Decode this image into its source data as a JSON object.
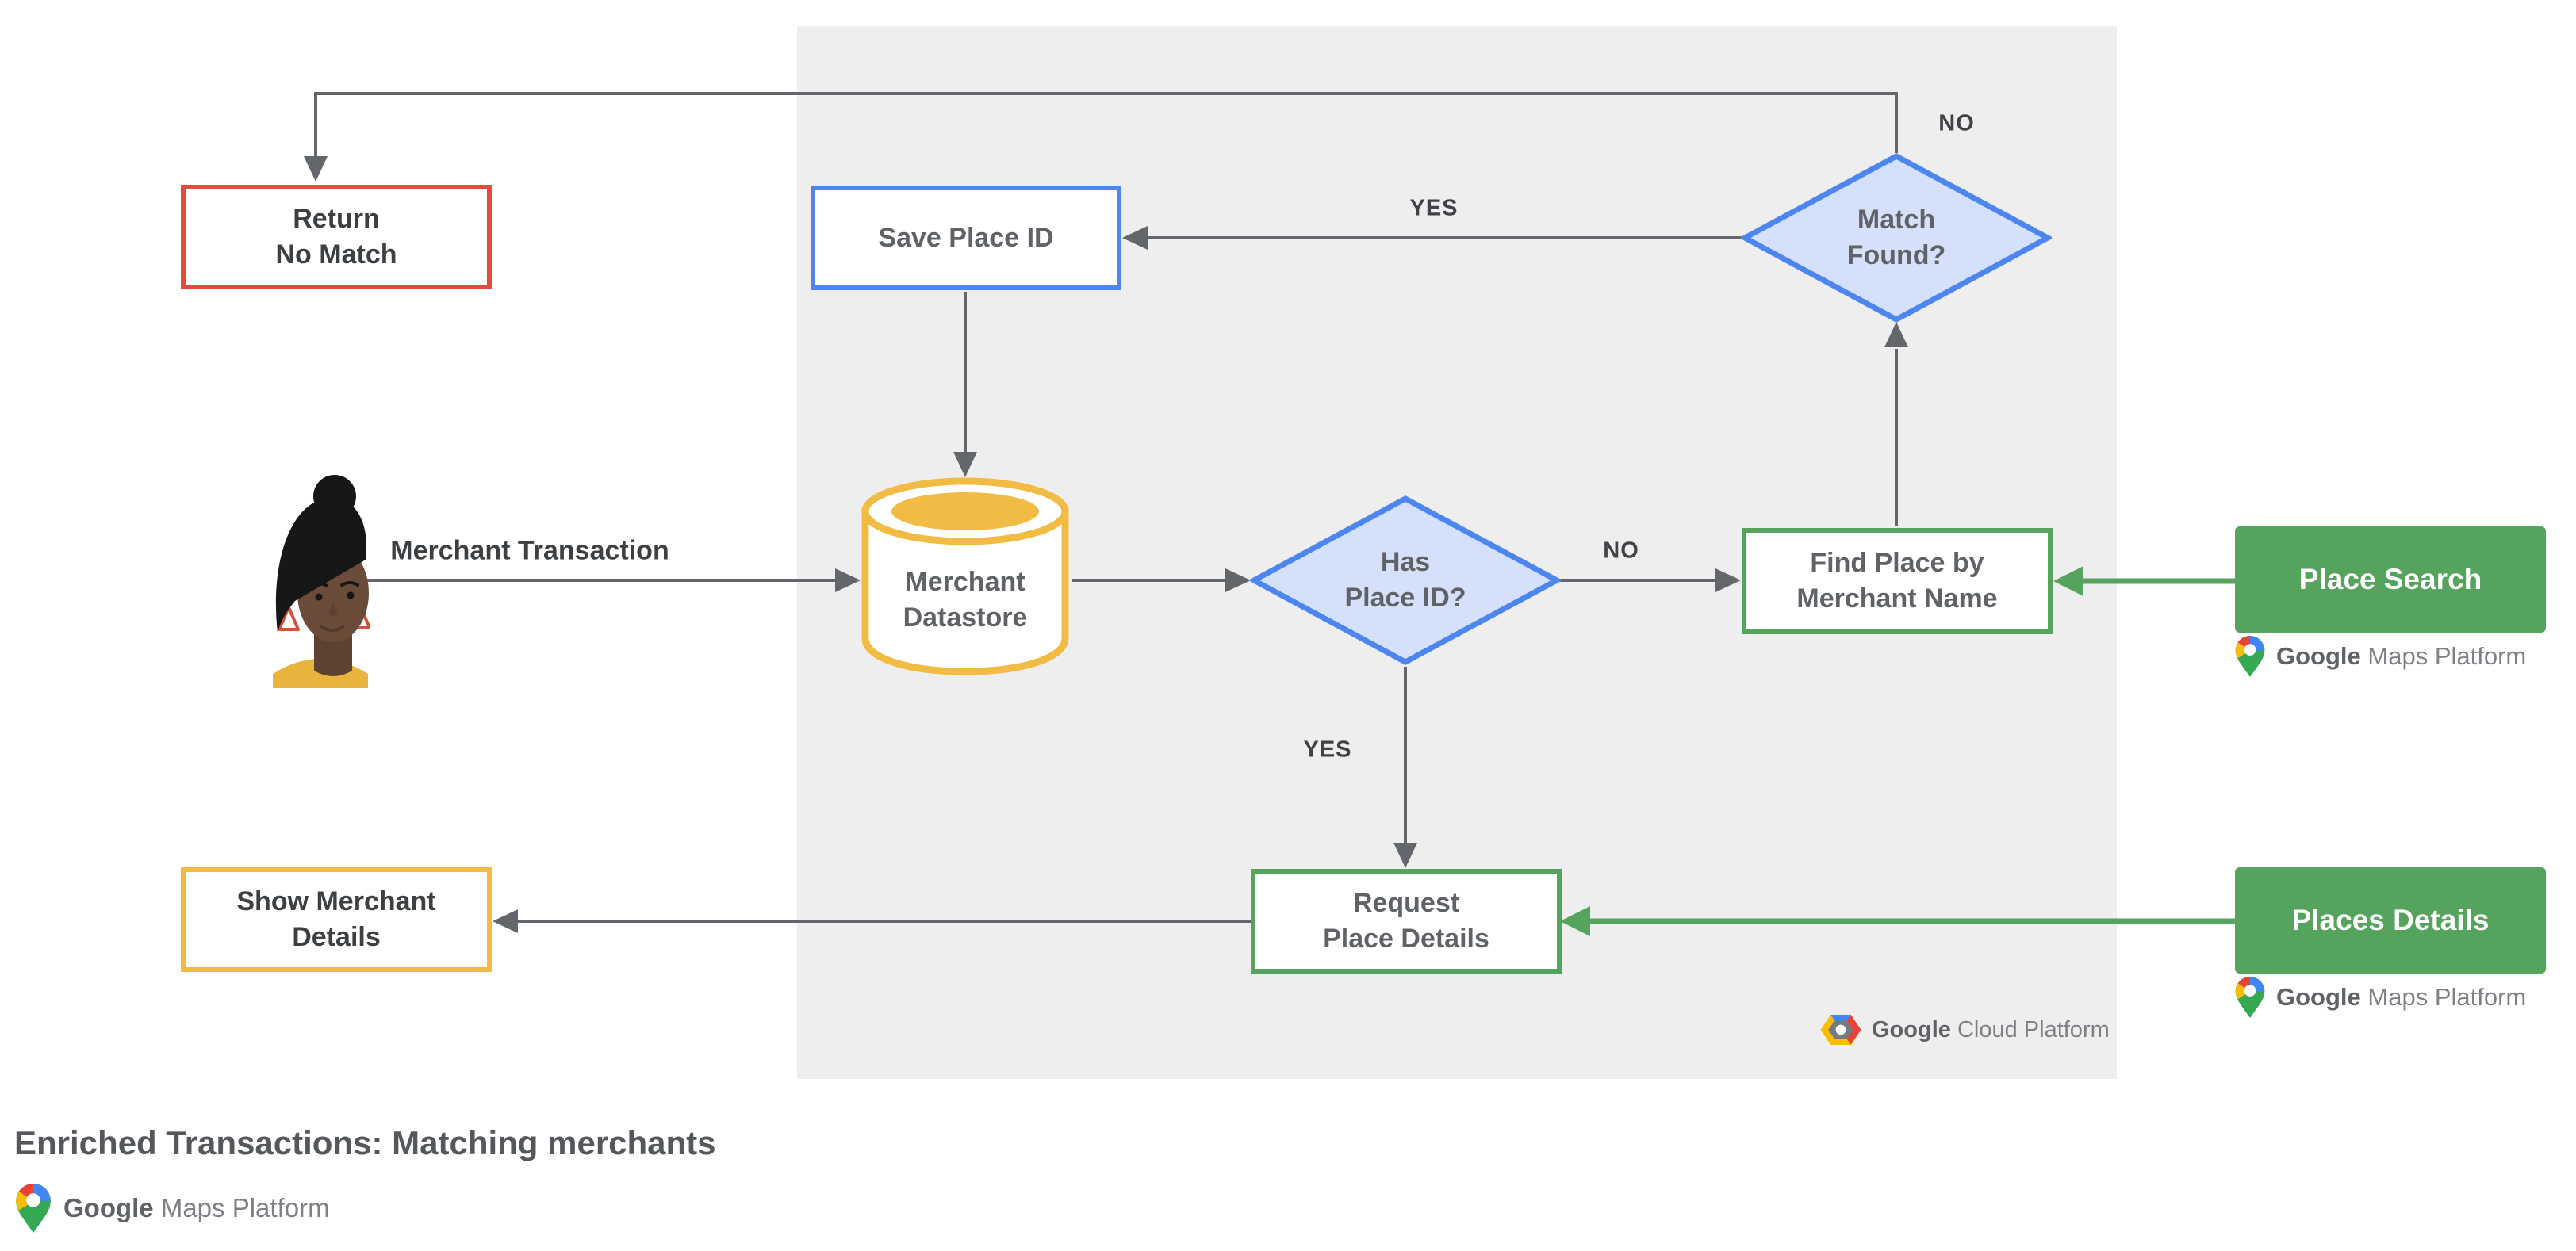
{
  "title": "Enriched Transactions: Matching merchants",
  "nodes": {
    "return_no_match": {
      "line1": "Return",
      "line2": "No Match",
      "border_color": "#E64A3C"
    },
    "save_place_id": {
      "label": "Save Place ID",
      "border_color": "#4E86F0"
    },
    "match_found": {
      "line1": "Match",
      "line2": "Found?",
      "border_color": "#4E86F0",
      "fill_color": "#D5E1FA"
    },
    "merchant_datastore": {
      "line1": "Merchant",
      "line2": "Datastore",
      "border_color": "#F2BB43"
    },
    "has_place_id": {
      "line1": "Has",
      "line2": "Place ID?",
      "border_color": "#4E86F0",
      "fill_color": "#D5E1FA"
    },
    "find_place_by_merchant_name": {
      "line1": "Find Place by",
      "line2": "Merchant Name",
      "border_color": "#55A35C"
    },
    "place_search": {
      "label": "Place Search",
      "fill_color": "#55A35C"
    },
    "request_place_details": {
      "line1": "Request",
      "line2": "Place Details",
      "border_color": "#55A35C"
    },
    "places_details": {
      "label": "Places Details",
      "fill_color": "#55A35C"
    },
    "show_merchant_details": {
      "line1": "Show Merchant",
      "line2": "Details",
      "border_color": "#F2BB43"
    }
  },
  "edges": {
    "no_top": "NO",
    "yes_top": "YES",
    "no_mid": "NO",
    "yes_mid": "YES",
    "merchant_transaction": "Merchant Transaction"
  },
  "logos": {
    "google_cloud_platform": {
      "prefix": "Google",
      "suffix": "Cloud Platform"
    },
    "google_maps_platform": {
      "prefix": "Google",
      "suffix": "Maps Platform"
    }
  },
  "colors": {
    "red": "#E64A3C",
    "blue": "#4E86F0",
    "blue_fill": "#D5E1FA",
    "yellow": "#F2BB43",
    "green": "#55A35C",
    "arrow_gray": "#63676B",
    "panel_bg": "#EEEEEE",
    "dark_text": "#3C4043",
    "gray_text": "#5F6368"
  }
}
